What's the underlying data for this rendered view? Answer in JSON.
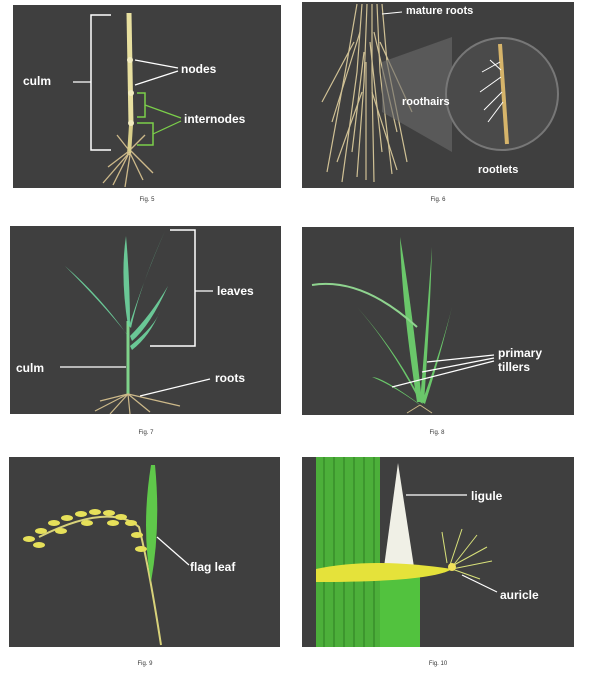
{
  "figures": [
    {
      "caption": "Fig. 5",
      "labels": {
        "culm": "culm",
        "nodes": "nodes",
        "internodes": "internodes"
      }
    },
    {
      "caption": "Fig. 6",
      "labels": {
        "mature_roots": "mature roots",
        "roothairs": "roothairs",
        "rootlets": "rootlets"
      }
    },
    {
      "caption": "Fig. 7",
      "labels": {
        "leaves": "leaves",
        "culm": "culm",
        "roots": "roots"
      }
    },
    {
      "caption": "Fig. 8",
      "labels": {
        "primary_tillers_1": "primary",
        "primary_tillers_2": "tillers"
      }
    },
    {
      "caption": "Fig. 9",
      "labels": {
        "flag_leaf": "flag leaf"
      }
    },
    {
      "caption": "Fig. 10",
      "labels": {
        "ligule": "ligule",
        "auricle": "auricle"
      }
    }
  ],
  "colors": {
    "panel_bg": "#3f3f3f",
    "label_text": "#ffffff",
    "culm_yellow": "#e8e0a0",
    "leaf_green": "#6fd66f",
    "panicle_yellow": "#e6e05a",
    "root_tan": "#cdb98a"
  }
}
